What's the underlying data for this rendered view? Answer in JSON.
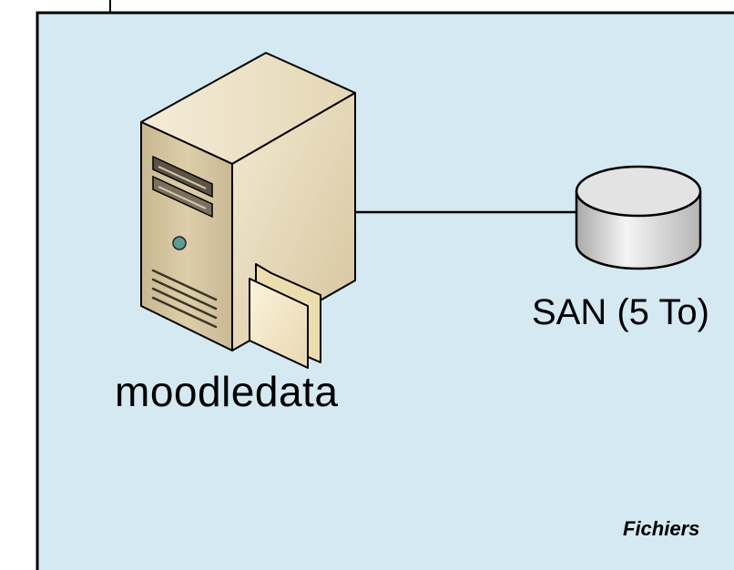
{
  "diagram": {
    "server": {
      "label": "moodledata",
      "icon": "server-icon"
    },
    "storage": {
      "label": "SAN (5 To)",
      "icon": "database-cylinder-icon"
    },
    "area": {
      "label": "Fichiers"
    },
    "colors": {
      "zone_background": "#d4e9f2",
      "border": "#000000",
      "server_front": "#d8c8a4",
      "server_side": "#ede2c6",
      "cylinder": "#d9d9d9",
      "folder": "#f7eccd"
    }
  }
}
